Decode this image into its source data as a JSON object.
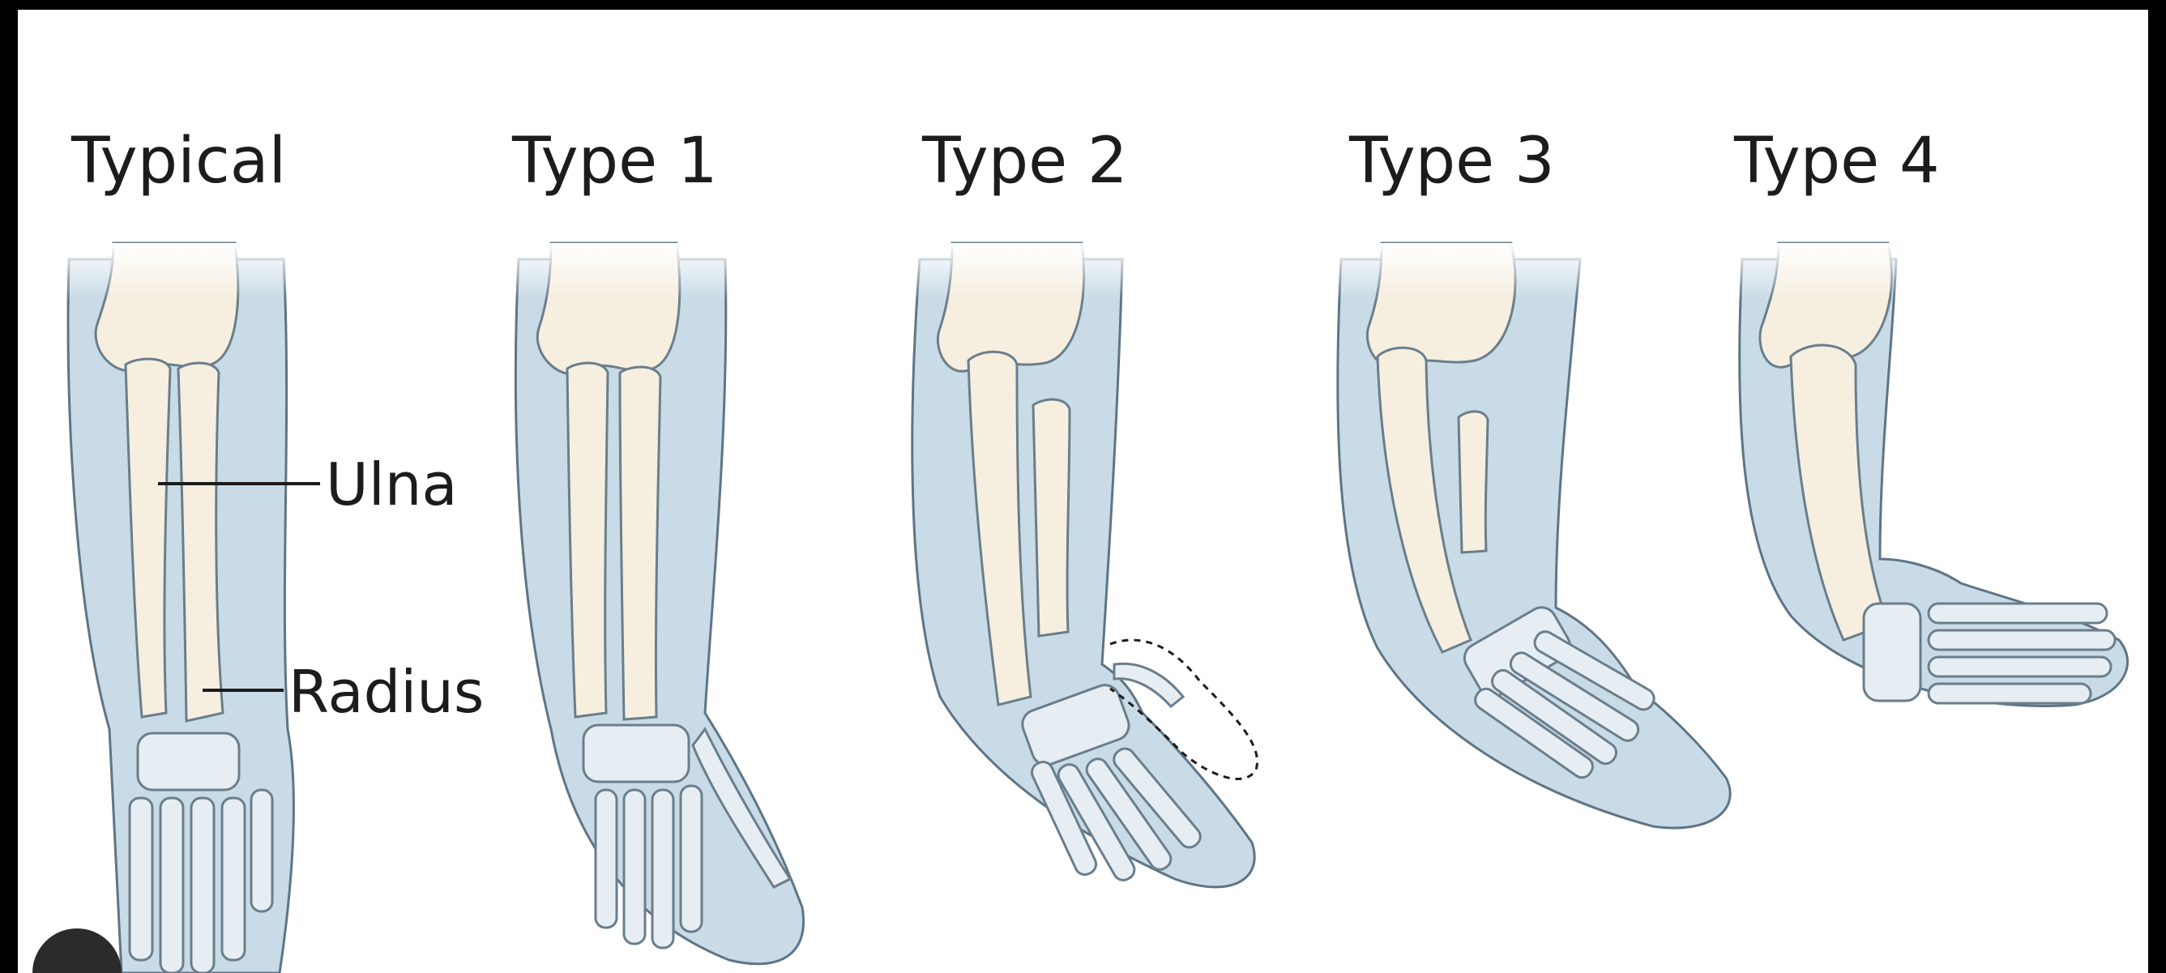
{
  "panels": [
    {
      "key": "typical",
      "title": "Typical"
    },
    {
      "key": "type1",
      "title": "Type 1"
    },
    {
      "key": "type2",
      "title": "Type 2"
    },
    {
      "key": "type3",
      "title": "Type 3"
    },
    {
      "key": "type4",
      "title": "Type 4"
    }
  ],
  "labels": {
    "ulna": "Ulna",
    "radius": "Radius"
  },
  "colors": {
    "background": "#ffffff",
    "border": "#000000",
    "skin": "#c9dbe7",
    "skin_outline": "#5f7585",
    "bone": "#f6eedf",
    "bone_outline": "#6a7e8c",
    "text": "#1c1c1c"
  }
}
